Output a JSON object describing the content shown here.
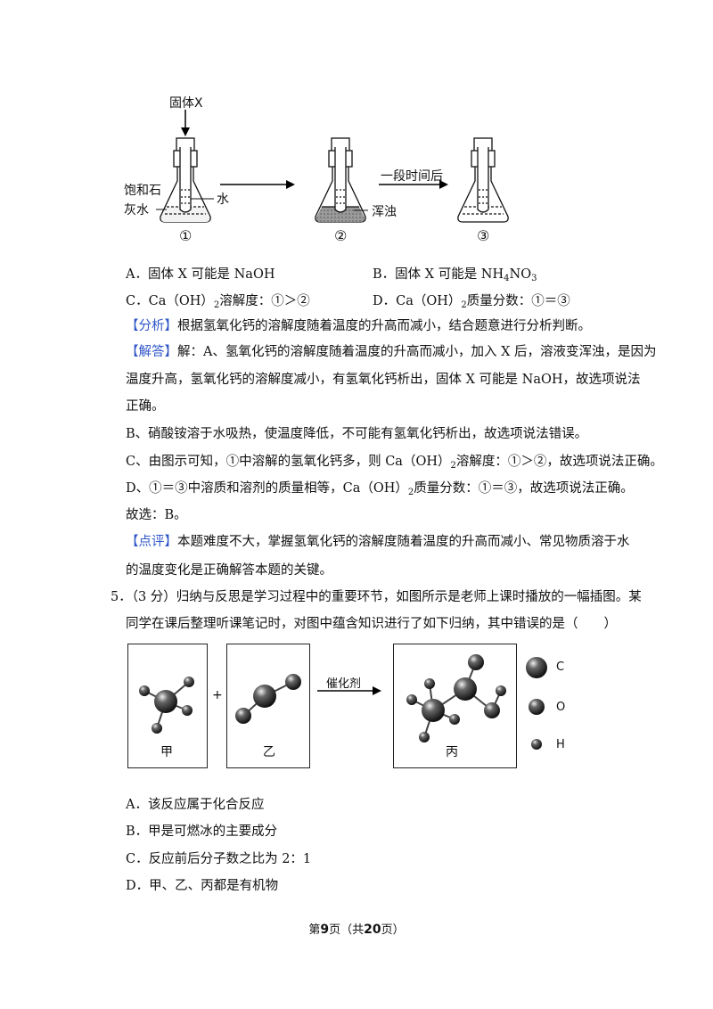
{
  "flask_diagram": {
    "solid_label": "固体X",
    "left_label_line1": "饱和石",
    "left_label_line2": "灰水",
    "water_label": "水",
    "turbid_label": "浑浊",
    "time_label": "一段时间后",
    "num1": "①",
    "num2": "②",
    "num3": "③"
  },
  "q4_options": {
    "a": "A．固体 X 可能是 NaOH",
    "b_pre": "B．固体 X 可能是 NH",
    "b_sub1": "4",
    "b_mid": "NO",
    "b_sub2": "3",
    "c_pre": "C．Ca（OH）",
    "c_sub": "2",
    "c_post": "溶解度：①＞②",
    "d_pre": "D．Ca（OH）",
    "d_sub": "2",
    "d_post": "质量分数：①＝③"
  },
  "analysis": {
    "tag": "【分析】",
    "text": "根据氢氧化钙的溶解度随着温度的升高而减小，结合题意进行分析判断。"
  },
  "answer": {
    "tag": "【解答】",
    "l1": "解：A、氢氧化钙的溶解度随着温度的升高而减小，加入 X 后，溶液变浑浊，是因为",
    "l2": "温度升高，氢氧化钙的溶解度减小，有氢氧化钙析出，固体 X 可能是 NaOH，故选项说法",
    "l3": "正确。",
    "l4": "B、硝酸铵溶于水吸热，使温度降低，不可能有氢氧化钙析出，故选项说法错误。",
    "l5_pre": "C、由图示可知，①中溶解的氢氧化钙多，则 Ca（OH）",
    "l5_sub": "2",
    "l5_post": "溶解度：①＞②，故选项说法正确。",
    "l6_pre": "D、①＝③中溶质和溶剂的质量相等，Ca（OH）",
    "l6_sub": "2",
    "l6_post": "质量分数：①＝③，故选项说法正确。",
    "l7": "故选：B。"
  },
  "comment": {
    "tag": "【点评】",
    "l1": "本题难度不大，掌握氢氧化钙的溶解度随着温度的升高而减小、常见物质溶于水",
    "l2": "的温度变化是正确解答本题的关键。"
  },
  "q5": {
    "l1": "5．（3 分）归纳与反思是学习过程中的重要环节，如图所示是老师上课时播放的一幅插图。某",
    "l2": "同学在课后整理听课笔记时，对图中蕴含知识进行了如下归纳，其中错误的是（　　）"
  },
  "molecule_diagram": {
    "jia": "甲",
    "yi": "乙",
    "bing": "丙",
    "plus": "+",
    "catalyst": "催化剂",
    "legend_c": "C",
    "legend_o": "O",
    "legend_h": "H"
  },
  "q5_options": {
    "a": "A．该反应属于化合反应",
    "b": "B．甲是可燃冰的主要成分",
    "c": "C．反应前后分子数之比为 2：1",
    "d": "D．甲、乙、丙都是有机物"
  },
  "footer": {
    "pre": "第",
    "page": "9",
    "mid": "页（共",
    "total": "20",
    "post": "页）"
  }
}
